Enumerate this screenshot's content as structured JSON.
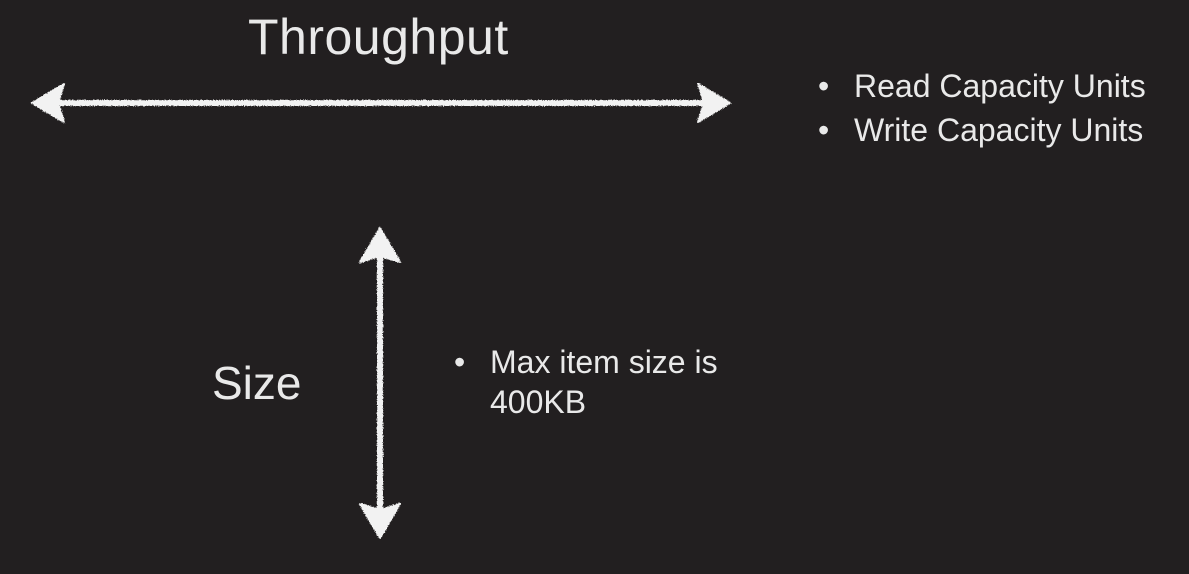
{
  "theme": {
    "background": "#221f20",
    "text": "#e9e9e9",
    "arrow": "#f2f2f2"
  },
  "throughput": {
    "title": "Throughput",
    "bullets": [
      "Read Capacity Units",
      "Write Capacity Units"
    ]
  },
  "size": {
    "title": "Size",
    "bullets": [
      "Max item size is 400KB"
    ]
  },
  "bullet_symbol": "•"
}
